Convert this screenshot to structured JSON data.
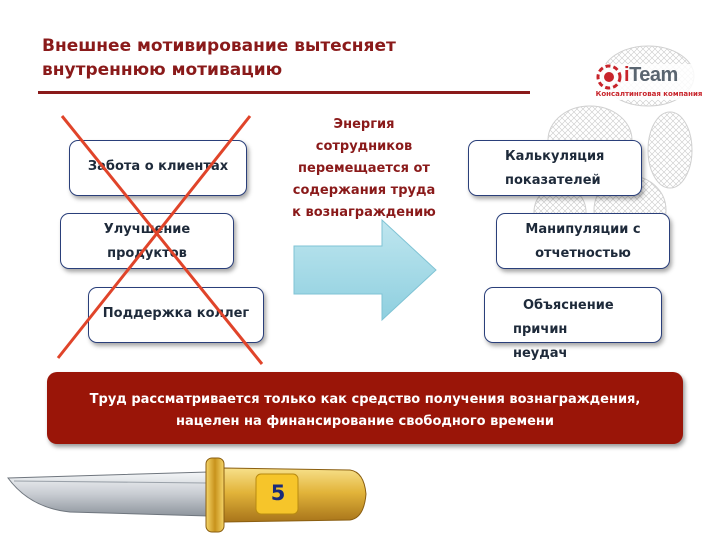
{
  "title": {
    "line1": "Внешнее мотивирование вытесняет",
    "line2": "внутреннюю мотивацию"
  },
  "logo": {
    "name_accent": "i",
    "name_rest": "Team",
    "subtitle": "Консалтинговая компания"
  },
  "left_boxes": [
    {
      "lines": [
        "Забота о клиентах"
      ]
    },
    {
      "lines": [
        "Улучшение",
        "продуктов"
      ]
    },
    {
      "lines": [
        "Поддержка коллег"
      ]
    }
  ],
  "center_text": [
    "Энергия",
    "сотрудников",
    "перемещается от",
    "содержания труда",
    "к вознаграждению"
  ],
  "right_boxes": [
    {
      "lines": [
        "Калькуляция",
        "показателей"
      ]
    },
    {
      "lines": [
        "Манипуляции с",
        "отчетностью"
      ]
    },
    {
      "lines": [
        "Объяснение",
        "причин",
        "неудач"
      ]
    }
  ],
  "banner": {
    "line1": "Труд рассматривается только как средство получения вознаграждения,",
    "line2": "нацелен на финансирование свободного времени"
  },
  "badge": "5",
  "colors": {
    "title": "#8a1a1a",
    "box_border": "#2a3f7a",
    "cross": "#e0442a",
    "banner": "#9a1508",
    "arrow": "#9fd6e4",
    "brand": "#c8242b"
  },
  "icons": {
    "logo": "iteam-logo-icon",
    "arrow": "right-arrow-icon",
    "cross": "red-x-cross-icon",
    "knife": "knife-icon",
    "background": "wireframe-figure-icon"
  }
}
